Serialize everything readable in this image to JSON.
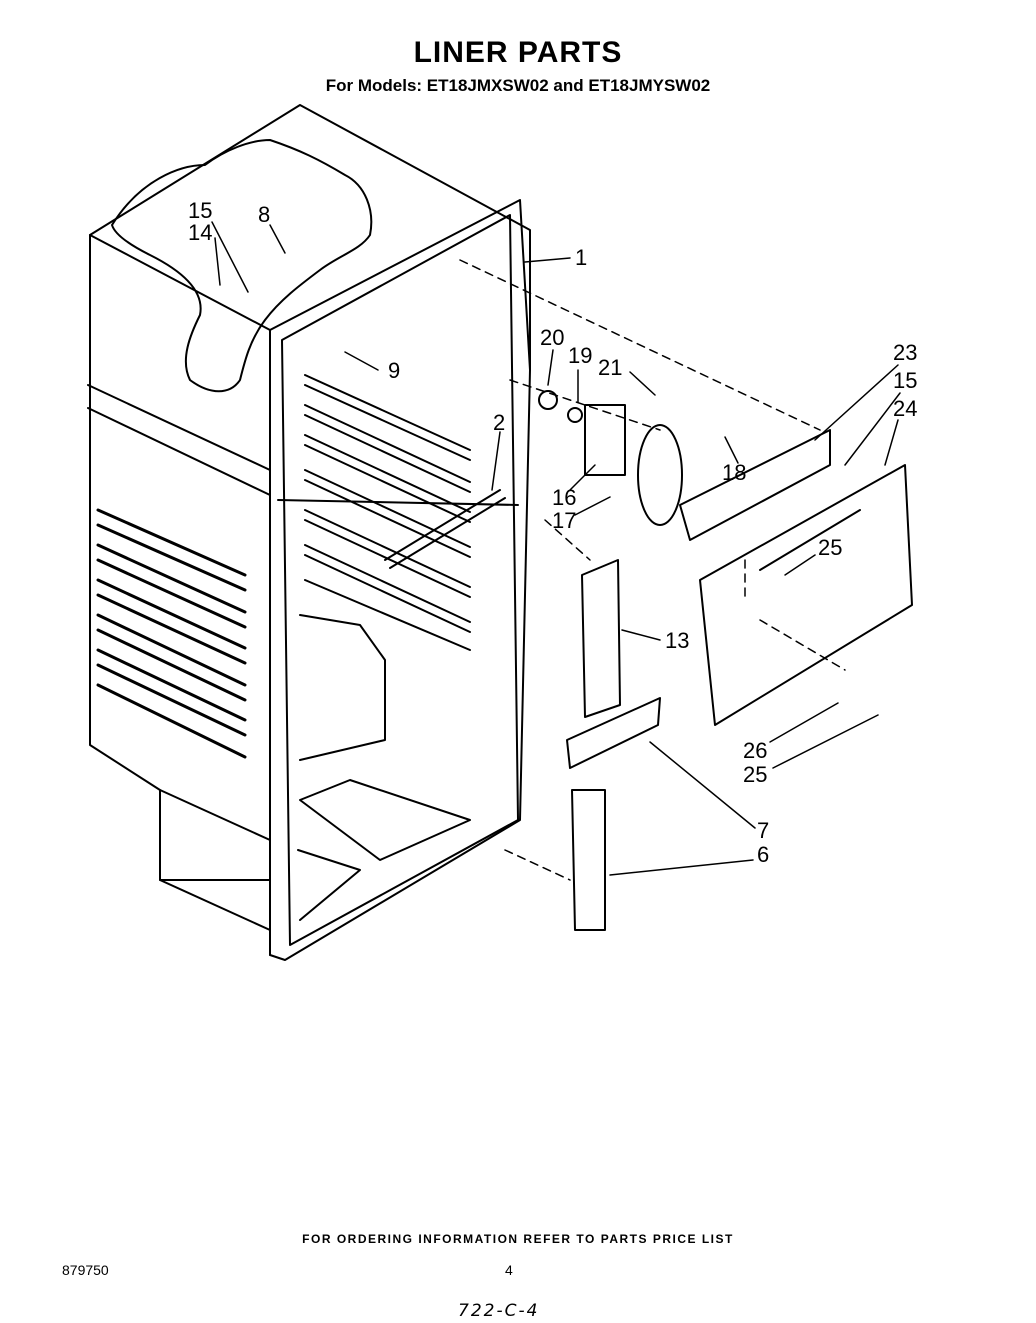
{
  "header": {
    "title": "LINER PARTS",
    "subtitle": "For Models: ET18JMXSW02 and ET18JMYSW02"
  },
  "callouts": [
    "1",
    "2",
    "6",
    "7",
    "8",
    "9",
    "13",
    "14",
    "15",
    "16",
    "17",
    "18",
    "19",
    "20",
    "21",
    "23",
    "15",
    "24",
    "25",
    "26",
    "25"
  ],
  "footer": {
    "note": "FOR ORDERING INFORMATION REFER TO PARTS PRICE LIST",
    "doc_number": "879750",
    "page_number": "4",
    "handwritten": "722-C-4"
  }
}
